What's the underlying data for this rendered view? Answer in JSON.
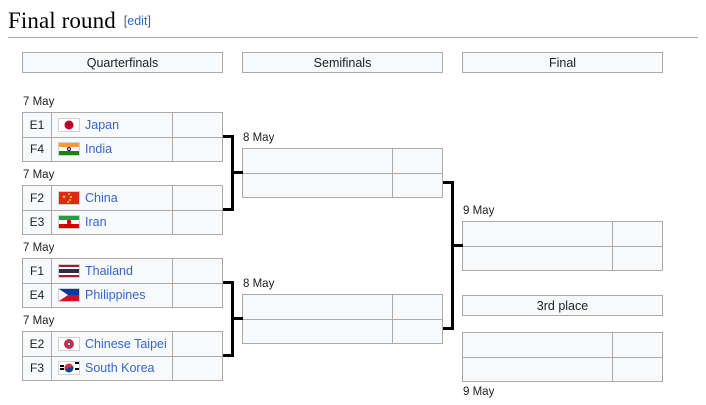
{
  "heading": {
    "title": "Final round",
    "edit_label": "edit",
    "bracket_open": "[",
    "bracket_close": "]"
  },
  "rounds": {
    "quarterfinals": "Quarterfinals",
    "semifinals": "Semifinals",
    "final": "Final",
    "third_place": "3rd place"
  },
  "dates": {
    "qf1": "7 May",
    "qf2": "7 May",
    "qf3": "7 May",
    "qf4": "7 May",
    "sf1": "8 May",
    "sf2": "8 May",
    "final": "9 May",
    "third": "9 May"
  },
  "quarterfinals": [
    {
      "teams": [
        {
          "seed": "E1",
          "name": "Japan",
          "flag": "japan-flag-icon",
          "score": ""
        },
        {
          "seed": "F4",
          "name": "India",
          "flag": "india-flag-icon",
          "score": ""
        }
      ]
    },
    {
      "teams": [
        {
          "seed": "F2",
          "name": "China",
          "flag": "china-flag-icon",
          "score": ""
        },
        {
          "seed": "E3",
          "name": "Iran",
          "flag": "iran-flag-icon",
          "score": ""
        }
      ]
    },
    {
      "teams": [
        {
          "seed": "F1",
          "name": "Thailand",
          "flag": "thailand-flag-icon",
          "score": ""
        },
        {
          "seed": "E4",
          "name": "Philippines",
          "flag": "philippines-flag-icon",
          "score": ""
        }
      ]
    },
    {
      "teams": [
        {
          "seed": "E2",
          "name": "Chinese Taipei",
          "flag": "chinese-taipei-flag-icon",
          "score": ""
        },
        {
          "seed": "F3",
          "name": "South Korea",
          "flag": "south-korea-flag-icon",
          "score": ""
        }
      ]
    }
  ],
  "semifinals": [
    {
      "teams": [
        {
          "name": "",
          "score": ""
        },
        {
          "name": "",
          "score": ""
        }
      ]
    },
    {
      "teams": [
        {
          "name": "",
          "score": ""
        },
        {
          "name": "",
          "score": ""
        }
      ]
    }
  ],
  "final_match": {
    "teams": [
      {
        "name": "",
        "score": ""
      },
      {
        "name": "",
        "score": ""
      }
    ]
  },
  "third_place_match": {
    "teams": [
      {
        "name": "",
        "score": ""
      },
      {
        "name": "",
        "score": ""
      }
    ]
  },
  "colors": {
    "link": "#3366cc",
    "cell_fill": "#f8f9fa",
    "cell_border": "#aaaaaa",
    "connector": "#000000",
    "heading_rule": "#a2a9b1"
  }
}
